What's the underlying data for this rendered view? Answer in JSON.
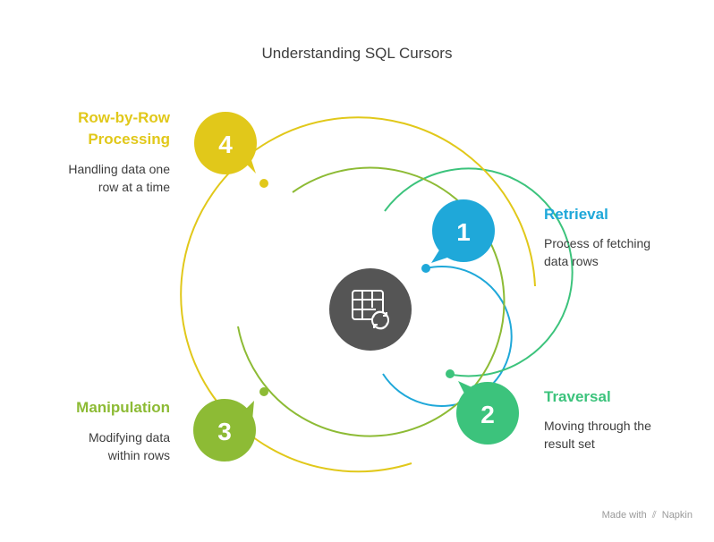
{
  "title": "Understanding SQL Cursors",
  "center_icon": "table-refresh-icon",
  "colors": {
    "step1": "#1fa8d9",
    "step2": "#3cc37c",
    "step3": "#8dbb35",
    "step4": "#e1c81a",
    "center": "#555555"
  },
  "steps": [
    {
      "number": "1",
      "heading": "Retrieval",
      "description": [
        "Process of fetching",
        "data rows"
      ]
    },
    {
      "number": "2",
      "heading": "Traversal",
      "description": [
        "Moving through the",
        "result set"
      ]
    },
    {
      "number": "3",
      "heading": "Manipulation",
      "description": [
        "Modifying data",
        "within rows"
      ]
    },
    {
      "number": "4",
      "heading": [
        "Row-by-Row",
        "Processing"
      ],
      "description": [
        "Handling data one",
        "row at a time"
      ]
    }
  ],
  "watermark": {
    "prefix": "Made with",
    "brand": "Napkin"
  }
}
